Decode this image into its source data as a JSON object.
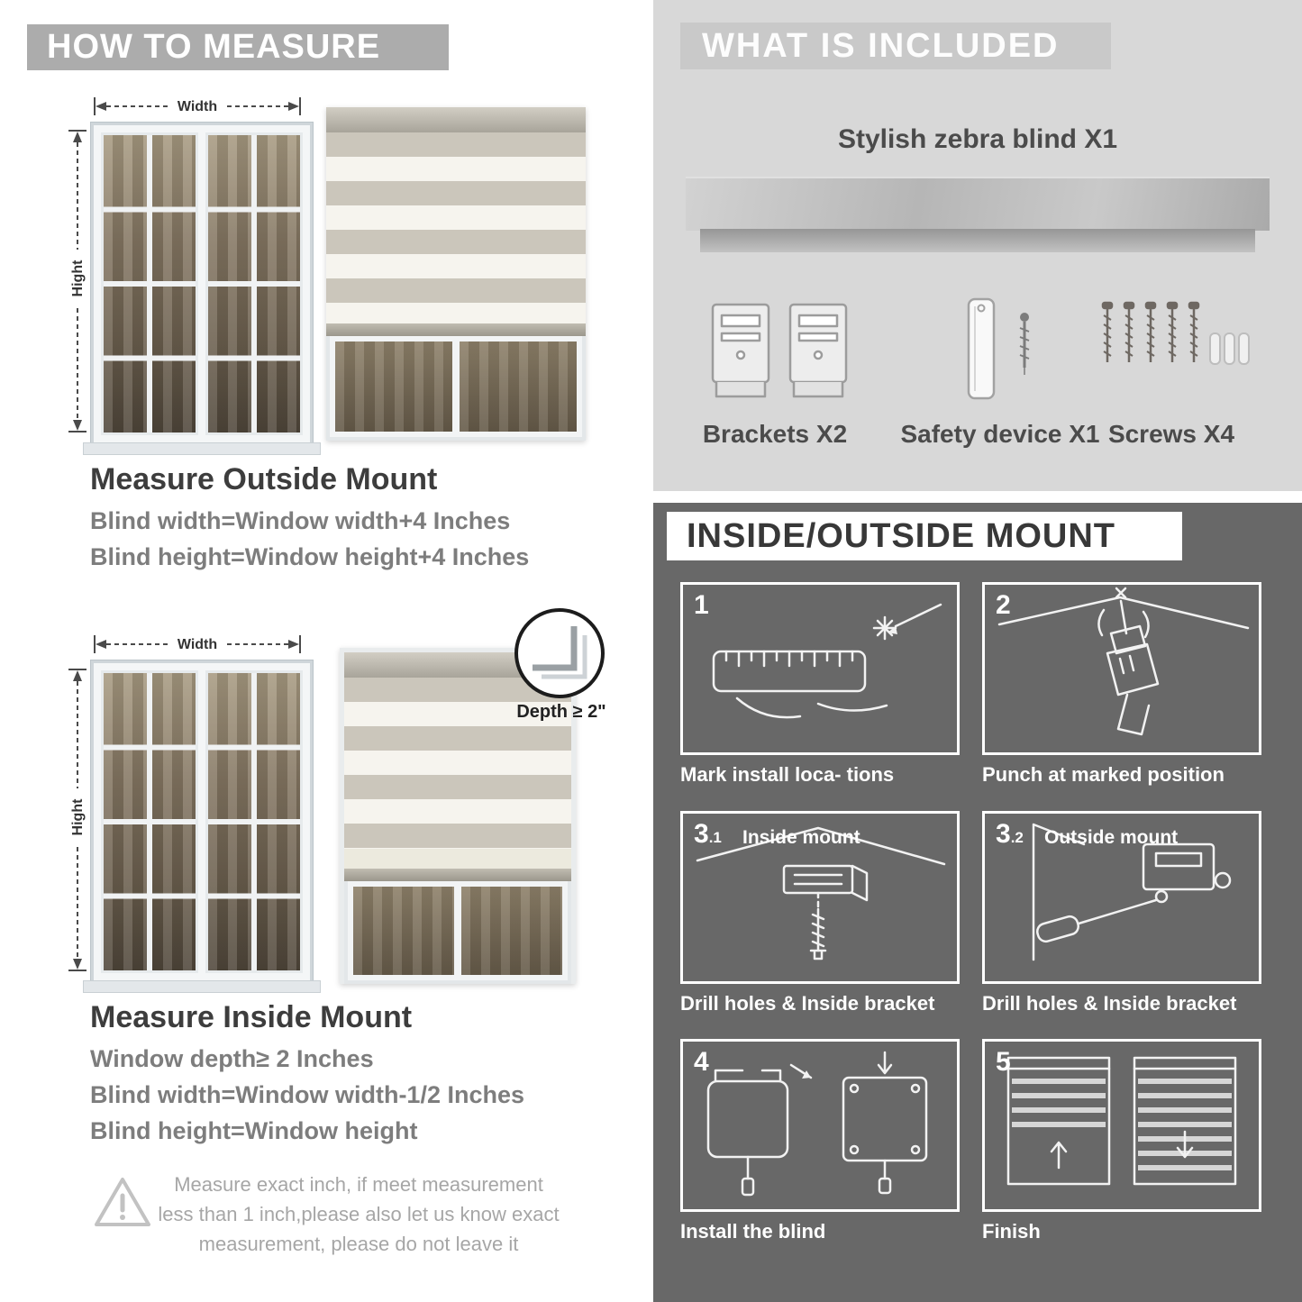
{
  "colors": {
    "banner_gray": "#acacac",
    "light_section": "#d8d8d8",
    "dark_section": "#686868",
    "text_dark": "#3d3d3d",
    "text_gray": "#7d7d7d"
  },
  "left": {
    "banner": "HOW TO MEASURE",
    "width_label": "Width",
    "height_label": "Hight",
    "outside": {
      "title": "Measure Outside Mount",
      "lines": [
        "Blind width=Window width+4 Inches",
        "Blind height=Window height+4 Inches"
      ]
    },
    "inside": {
      "title": "Measure Inside Mount",
      "depth_callout": "Depth ≥ 2\"",
      "lines": [
        "Window depth≥ 2 Inches",
        "Blind width=Window width-1/2 Inches",
        "Blind height=Window height"
      ]
    },
    "warning": "Measure exact inch, if meet measurement less than 1 inch,please also let us know exact measurement, please do not leave it"
  },
  "included": {
    "banner": "WHAT IS INCLUDED",
    "product": "Stylish zebra blind X1",
    "items": [
      {
        "label": "Brackets X2"
      },
      {
        "label": "Safety device X1"
      },
      {
        "label": "Screws X4"
      }
    ]
  },
  "mount": {
    "banner": "INSIDE/OUTSIDE MOUNT",
    "steps": [
      {
        "num": "1",
        "sub": "",
        "label": "",
        "caption": "Mark install loca- tions"
      },
      {
        "num": "2",
        "sub": "",
        "label": "",
        "caption": "Punch at  marked position"
      },
      {
        "num": "3",
        "sub": ".1",
        "label": "Inside mount",
        "caption": "Drill holes &  Inside bracket"
      },
      {
        "num": "3",
        "sub": ".2",
        "label": "Outside mount",
        "caption": "Drill holes &  Inside bracket"
      },
      {
        "num": "4",
        "sub": "",
        "label": "",
        "caption": "Install the blind"
      },
      {
        "num": "5",
        "sub": "",
        "label": "",
        "caption": "Finish"
      }
    ]
  }
}
